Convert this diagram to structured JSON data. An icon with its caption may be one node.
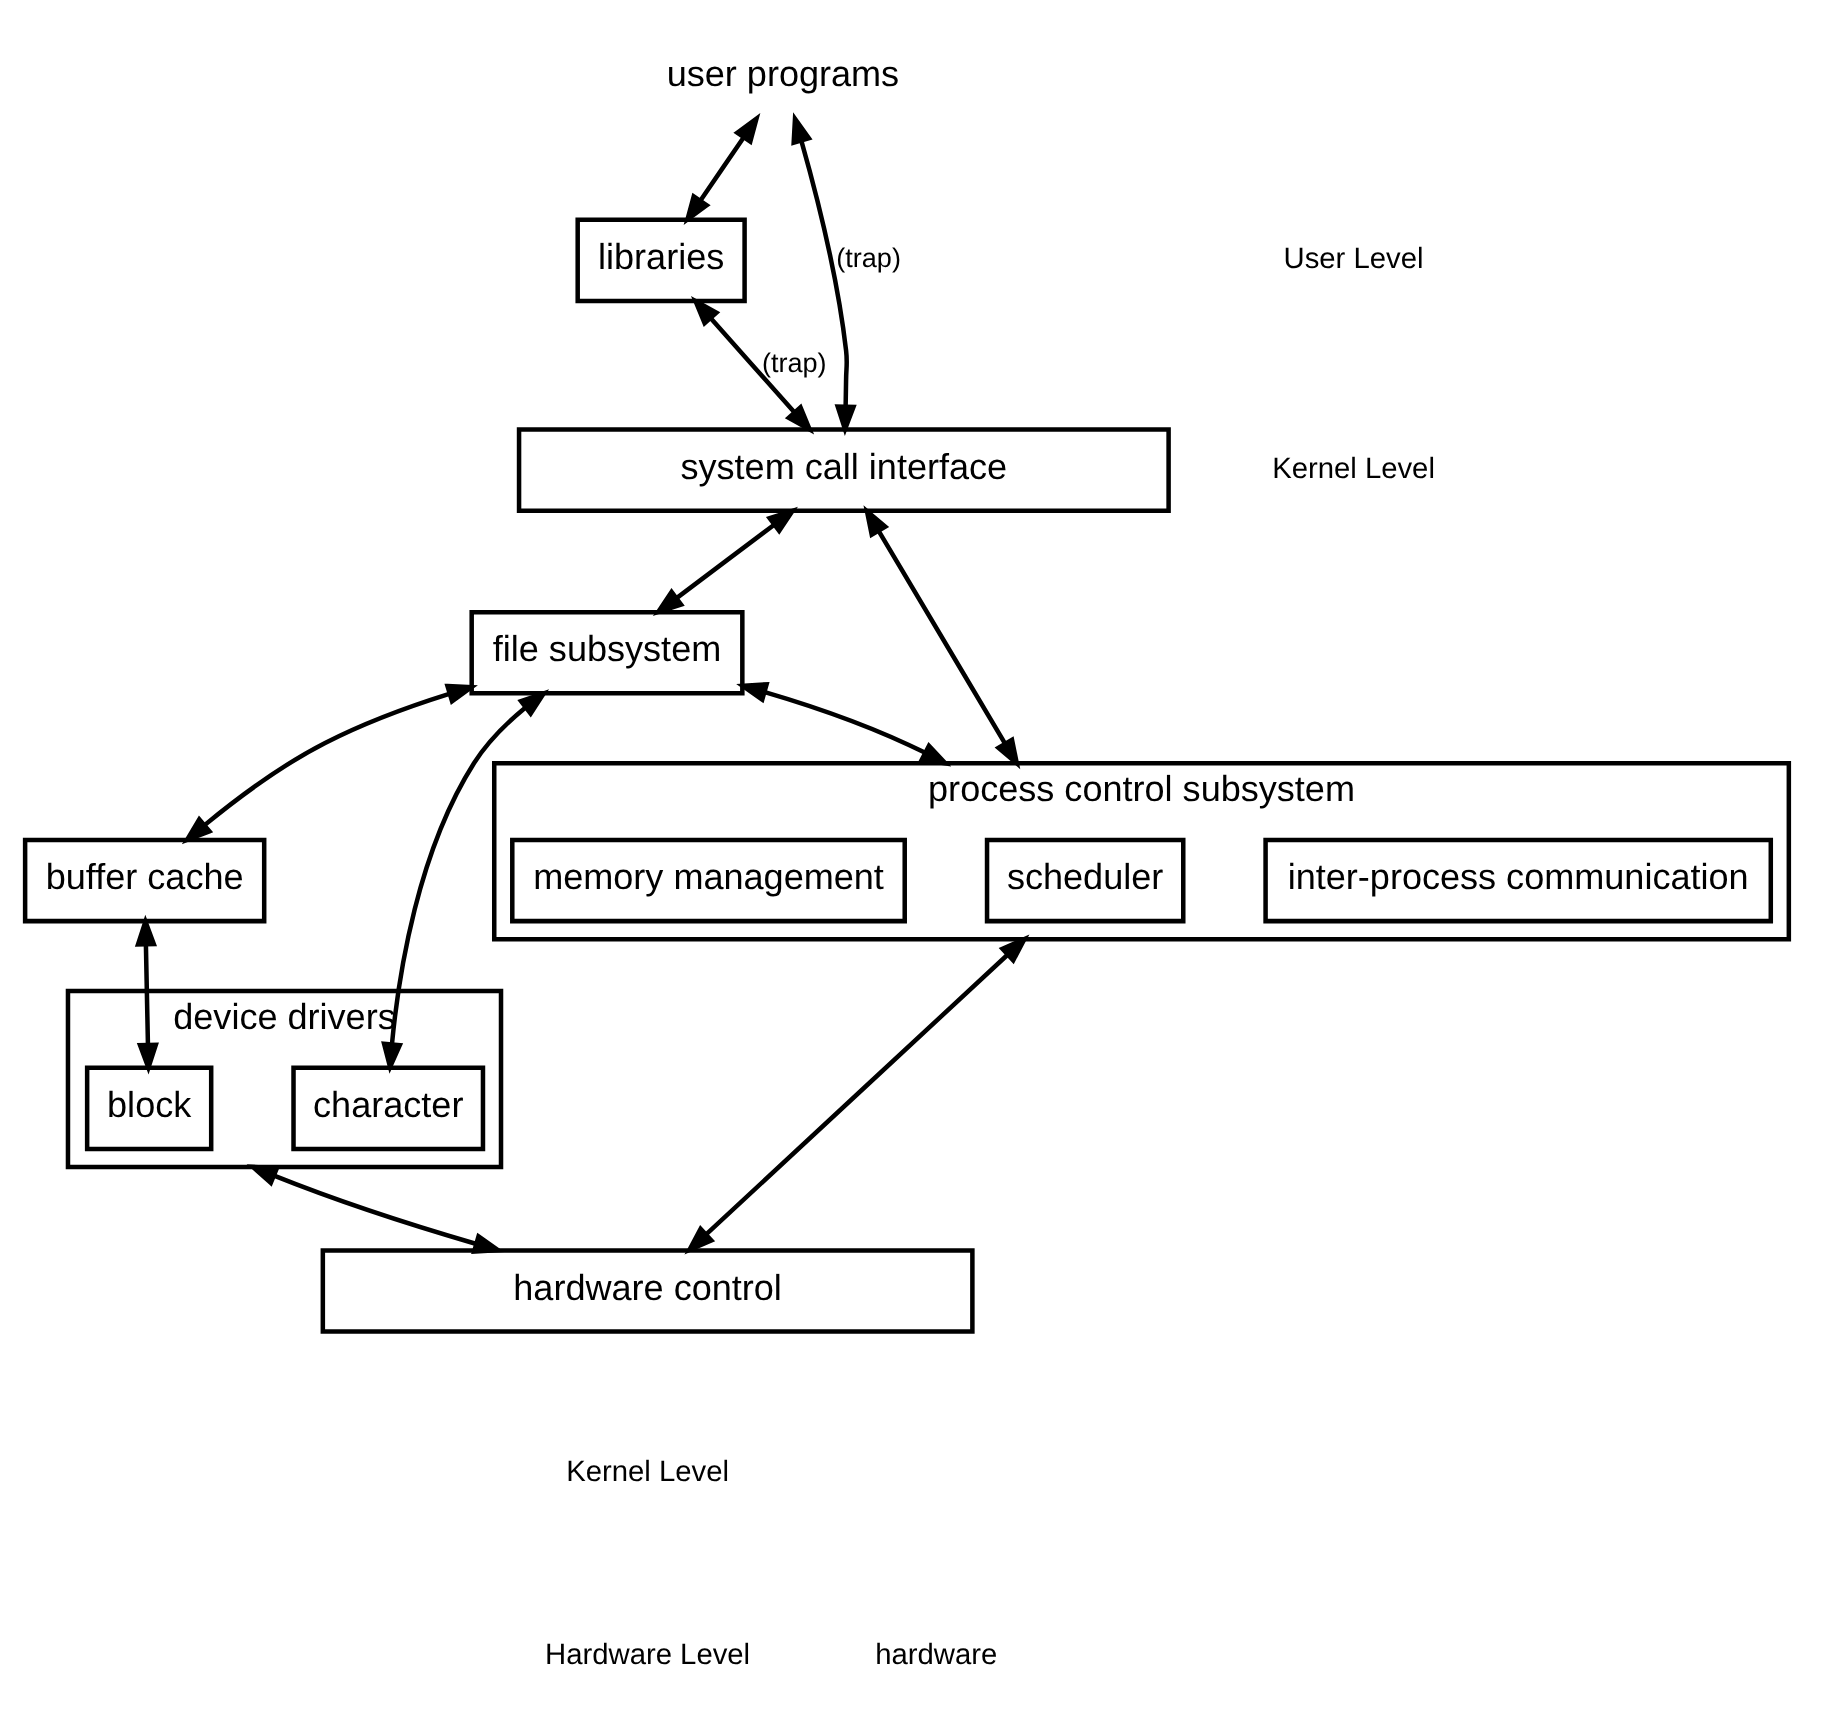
{
  "diagram": {
    "nodes": [
      {
        "text": [
          "user programs"
        ]
      },
      {
        "text": [
          "libraries"
        ]
      },
      {
        "text": [
          "system call interface"
        ]
      },
      {
        "text": [
          "file subsystem"
        ]
      },
      {
        "text": [
          "process control subsystem"
        ]
      },
      {
        "text": [
          "inter-process communication"
        ],
        "in": 4
      },
      {
        "text": [
          "scheduler"
        ],
        "in": 4
      },
      {
        "text": [
          "memory management"
        ],
        "in": 4
      },
      {
        "text": [
          "buffer cache"
        ]
      },
      {
        "text": [
          "device drivers"
        ]
      },
      {
        "text": [
          "character"
        ],
        "in": 9
      },
      {
        "text": [
          "block"
        ],
        "in": 9
      },
      {
        "text": [
          "hardware control"
        ]
      }
    ],
    "edges": [
      {
        "from": 0,
        "to": 2,
        "arrow": "both",
        "label": "(trap)"
      },
      {
        "from": 0,
        "to": 1,
        "arrow": "both"
      },
      {
        "from": 1,
        "to": 2,
        "arrow": "both",
        "label": "(trap)"
      },
      {
        "from": 2,
        "to": 3,
        "arrow": "both"
      },
      {
        "from": 2,
        "to": 4,
        "arrow": "both"
      },
      {
        "from": 3,
        "to": 4,
        "arrow": "both"
      },
      {
        "from": 3,
        "to": 8,
        "arrow": "both"
      },
      {
        "from": 3,
        "to": 10,
        "arrow": "both"
      },
      {
        "from": 8,
        "to": 11,
        "arrow": "both"
      },
      {
        "from": 9,
        "to": 12,
        "arrow": "both"
      },
      {
        "from": 4,
        "to": 12,
        "arrow": "both"
      }
    ],
    "labels": [
      "User Level",
      "Kernel Level",
      "Kernel Level",
      "Hardware Level",
      "hardware"
    ]
  }
}
